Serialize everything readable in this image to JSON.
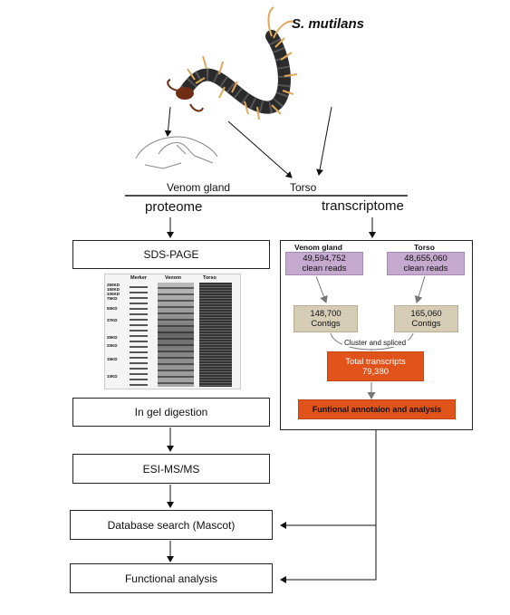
{
  "species": "S. mutilans",
  "top_split": {
    "left": "Venom gland",
    "right": "Torso"
  },
  "branches": {
    "left": "proteome",
    "right": "transcriptome"
  },
  "proteome_steps": {
    "sds_page": "SDS-PAGE",
    "in_gel": "In gel digestion",
    "esi": "ESI-MS/MS",
    "database": "Database search (Mascot)",
    "functional": "Functional analysis"
  },
  "gel": {
    "lane_labels": [
      "Merker",
      "Venom",
      "Torso"
    ],
    "markers": [
      "250KD",
      "150KD",
      "100KD",
      "75KD",
      "50KD",
      "37KD",
      "25KD",
      "20KD",
      "15KD",
      "10KD"
    ]
  },
  "transcriptome": {
    "venom_title": "Venom gland",
    "torso_title": "Torso",
    "venom_reads_num": "49,594,752",
    "venom_reads_txt": "clean reads",
    "torso_reads_num": "48,655,060",
    "torso_reads_txt": "clean reads",
    "venom_contigs_num": "148,700",
    "venom_contigs_txt": "Contigs",
    "torso_contigs_num": "165,060",
    "torso_contigs_txt": "Contigs",
    "cluster": "Cluster and spliced",
    "total_txt": "Total transcripts",
    "total_num": "79,380",
    "annotation": "Funtional annotaion and analysis"
  },
  "colors": {
    "reads_box": "#c5a9cf",
    "contigs_box": "#d6cdb6",
    "transcripts_box": "#e2531c"
  }
}
